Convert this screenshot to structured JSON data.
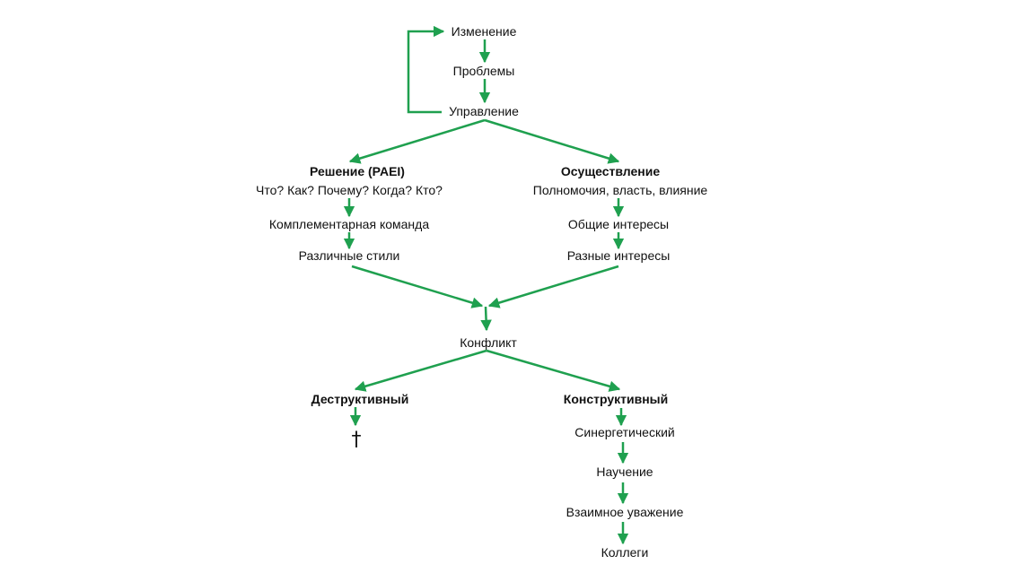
{
  "nodes": {
    "change": "Изменение",
    "problems": "Проблемы",
    "management": "Управление",
    "decision": "Решение (PAEI)",
    "decision_questions": "Что? Как? Почему? Когда? Кто?",
    "complementary_team": "Комплементарная команда",
    "different_styles": "Различные стили",
    "implementation": "Осуществление",
    "authority": "Полномочия, власть, влияние",
    "common_interests": "Общие интересы",
    "different_interests": "Разные интересы",
    "conflict": "Конфликт",
    "destructive": "Деструктивный",
    "death_symbol": "†",
    "constructive": "Конструктивный",
    "synergetic": "Синергетический",
    "learning": "Научение",
    "mutual_respect": "Взаимное уважение",
    "colleagues": "Коллеги"
  },
  "colors": {
    "arrow": "#1fa04f",
    "text": "#111111"
  }
}
